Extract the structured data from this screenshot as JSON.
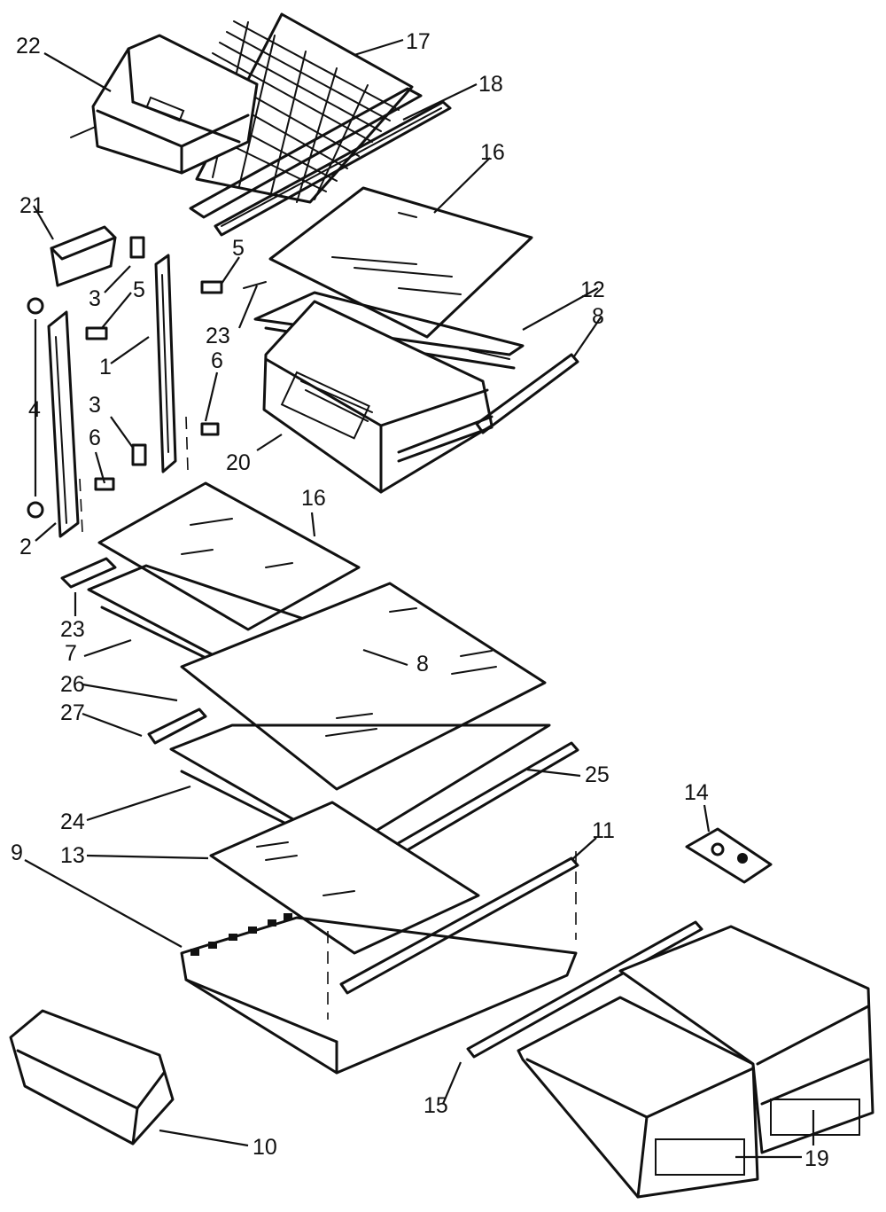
{
  "diagram": {
    "type": "exploded parts diagram",
    "subject": "refrigerator shelves, crisper drawers and bins",
    "callouts": [
      "1",
      "2",
      "3",
      "3",
      "4",
      "5",
      "5",
      "6",
      "6",
      "7",
      "8",
      "8",
      "9",
      "10",
      "11",
      "12",
      "13",
      "14",
      "15",
      "16",
      "16",
      "17",
      "18",
      "19",
      "20",
      "21",
      "22",
      "23",
      "23",
      "24",
      "25",
      "26",
      "27"
    ]
  },
  "labels": {
    "c22": "22",
    "c17": "17",
    "c18": "18",
    "c16a": "16",
    "c21": "21",
    "c5a": "5",
    "c3a": "3",
    "c5b": "5",
    "c23a": "23",
    "c12": "12",
    "c8a": "8",
    "c4": "4",
    "c1": "1",
    "c6a": "6",
    "c3b": "3",
    "c6b": "6",
    "c20": "20",
    "c2": "2",
    "c16b": "16",
    "c23b": "23",
    "c7": "7",
    "c26": "26",
    "c8b": "8",
    "c27": "27",
    "c25": "25",
    "c24": "24",
    "c14": "14",
    "c13": "13",
    "c11": "11",
    "c9": "9",
    "c15": "15",
    "c10": "10",
    "c19": "19"
  }
}
